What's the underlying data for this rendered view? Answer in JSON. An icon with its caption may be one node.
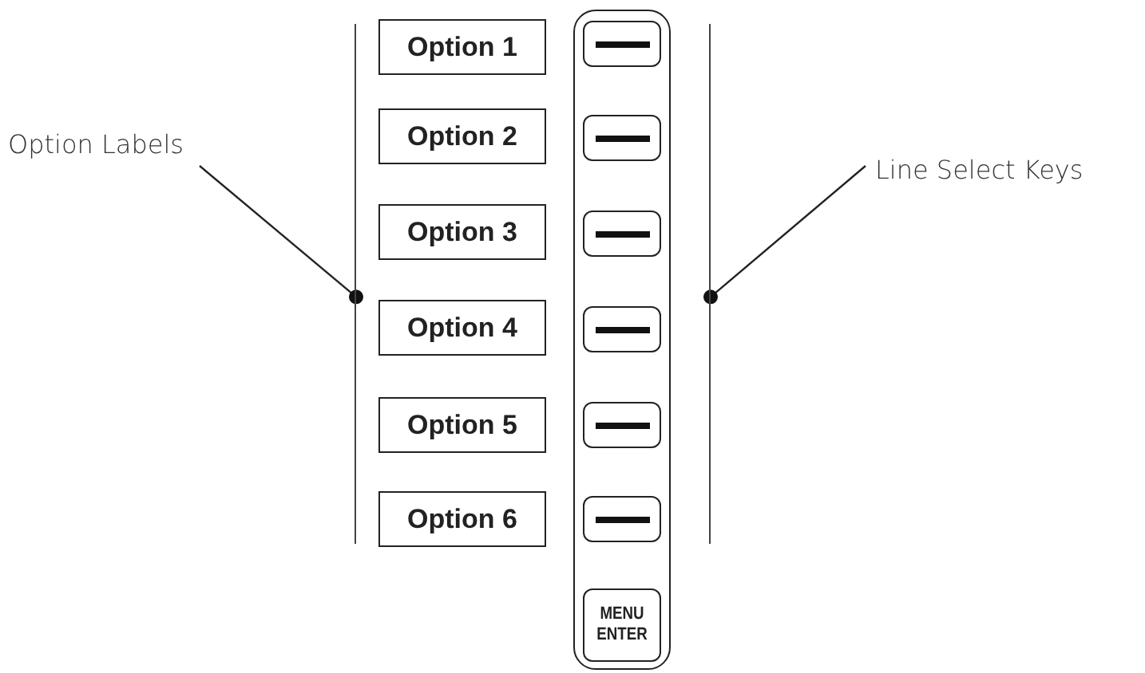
{
  "diagram": {
    "nodes": [
      {
        "text": [
          "Option Labels"
        ]
      },
      {
        "text": [],
        "shape": "bar"
      },
      {
        "text": [
          "Option 1"
        ]
      },
      {
        "text": [
          "Option 2"
        ]
      },
      {
        "text": [
          "Option 3"
        ]
      },
      {
        "text": [
          "Option 4"
        ]
      },
      {
        "text": [
          "Option 5"
        ]
      },
      {
        "text": [
          "Option 6"
        ]
      },
      {
        "text": [],
        "shape": "box"
      },
      {
        "text": [],
        "shape": "box",
        "in": 8
      },
      {
        "text": [],
        "shape": "box",
        "in": 8
      },
      {
        "text": [],
        "shape": "box",
        "in": 8
      },
      {
        "text": [],
        "shape": "box",
        "in": 8
      },
      {
        "text": [],
        "shape": "box",
        "in": 8
      },
      {
        "text": [],
        "shape": "box",
        "in": 8
      },
      {
        "text": [
          "MENU ENTER"
        ],
        "in": 8
      },
      {
        "text": [],
        "shape": "bar"
      },
      {
        "text": [
          "Line Select Keys"
        ]
      }
    ],
    "edges": [
      {
        "from": 0,
        "to": 1,
        "arrow": "other"
      },
      {
        "from": 17,
        "to": 16,
        "arrow": "other"
      }
    ]
  }
}
